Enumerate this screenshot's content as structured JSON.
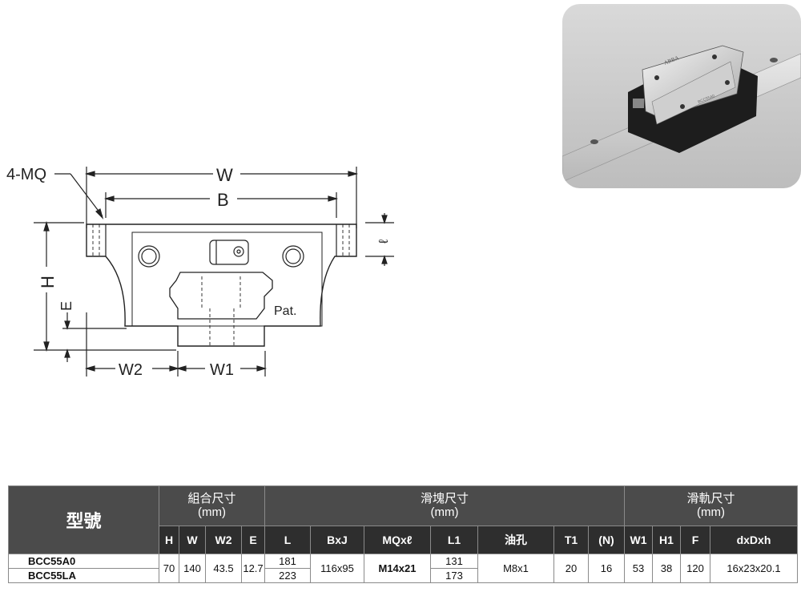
{
  "drawing": {
    "labels": {
      "mq": "4-MQ",
      "w": "W",
      "b": "B",
      "h": "H",
      "e": "E",
      "w2": "W2",
      "w1": "W1",
      "l": "ℓ",
      "pat": "Pat."
    }
  },
  "photo": {
    "brand": "ABBA",
    "model": "BCC55A0"
  },
  "table": {
    "model_header": "型號",
    "groups": {
      "assembly": [
        "組合尺寸",
        "(mm)"
      ],
      "block": [
        "滑塊尺寸",
        "(mm)"
      ],
      "rail": [
        "滑軌尺寸",
        "(mm)"
      ]
    },
    "columns": {
      "h": "H",
      "w": "W",
      "w2": "W2",
      "e": "E",
      "l": "L",
      "bxj": "BxJ",
      "mq": "MQxℓ",
      "l1": "L1",
      "oil": "油孔",
      "t1": "T1",
      "n": "(N)",
      "w1": "W1",
      "h1": "H1",
      "f": "F",
      "dxdxh": "dxDxh"
    },
    "rows": {
      "models": [
        "BCC55A0",
        "BCC55LA"
      ],
      "h": "70",
      "w": "140",
      "w2": "43.5",
      "e": "12.7",
      "l": [
        "181",
        "223"
      ],
      "bxj": "116x95",
      "mq": "M14x21",
      "l1": [
        "131",
        "173"
      ],
      "oil": "M8x1",
      "t1": "20",
      "n": "16",
      "w1": "53",
      "h1": "38",
      "f": "120",
      "dxdxh": "16x23x20.1"
    }
  }
}
